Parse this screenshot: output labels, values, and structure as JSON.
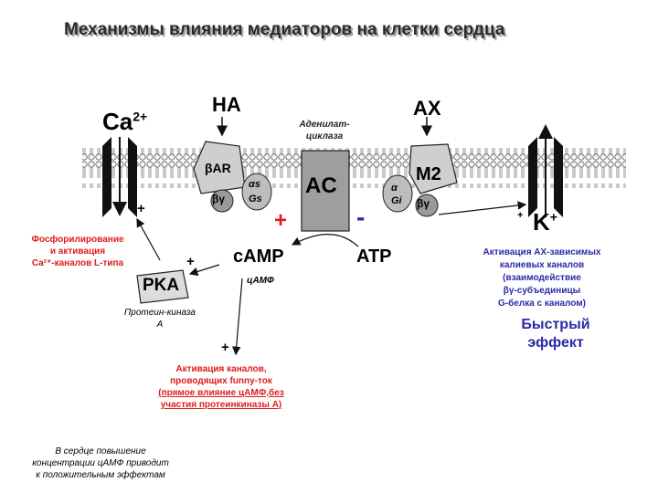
{
  "title": "Механизмы влияния медиаторов на клетки сердца",
  "labels": {
    "ca": "Ca",
    "ca_charge": "2+",
    "na": "НА",
    "ax": "АХ",
    "adenylate_cyclase": [
      "Аденилат-",
      "циклаза"
    ],
    "bar": "βAR",
    "beta_gamma": "βγ",
    "alpha_s": "αs",
    "g_s": "Gs",
    "ac": "AC",
    "m2": "M2",
    "alpha_i": "α",
    "g_i": "Gi",
    "k": "K",
    "k_charge": "+",
    "plus": "+",
    "minus": "-",
    "camp": "cAMP",
    "atp": "ATP",
    "camp_ru": "цАМФ",
    "pka": "PKA",
    "pka_ru": [
      "Протеин-киназа",
      "А"
    ]
  },
  "annotations": {
    "phosphorylation": [
      "Фосфорилирование",
      "и активация",
      "Ca²⁺-каналов L-типа"
    ],
    "ach_channels": [
      "Активация АХ-зависимых",
      "калиевых каналов",
      "(взаимодействие",
      "βγ-субъединицы",
      "G-белка с каналом)"
    ],
    "fast_effect": [
      "Быстрый",
      "эффект"
    ],
    "funny": [
      "Активация каналов,",
      "проводящих funny-ток"
    ],
    "funny_underlined": [
      "(прямое влияние цАМФ,без",
      "участия протеинкиназы А)"
    ],
    "note": [
      "В сердце повышение",
      "концентрации цАМФ приводит",
      "к положительным эффектам"
    ]
  },
  "colors": {
    "red": "#e01b1b",
    "blue": "#2a2aa8",
    "dark": "#111111"
  }
}
